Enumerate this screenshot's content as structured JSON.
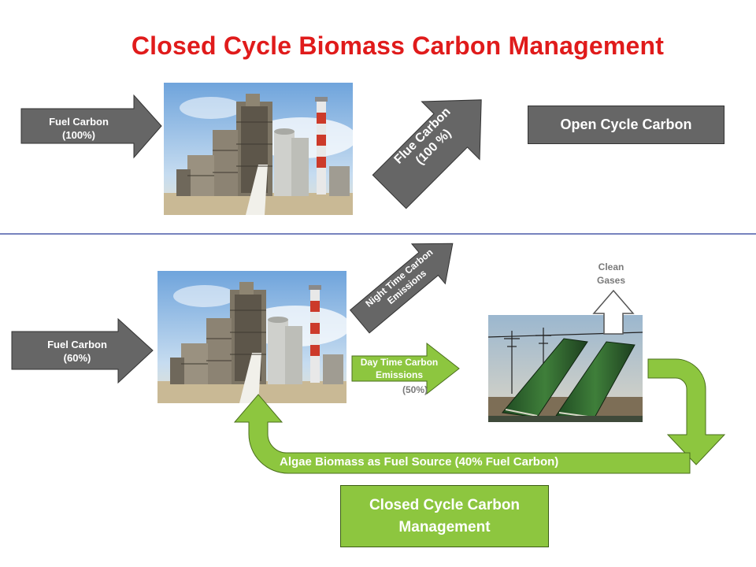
{
  "title": "Closed Cycle Biomass Carbon Management",
  "top_row": {
    "fuel_arrow_label": "Fuel Carbon\n(100%)",
    "flue_arrow_label": "Flue Carbon\n(100 %)",
    "cycle_box_label": "Open Cycle Carbon"
  },
  "bottom_row": {
    "fuel_arrow_label": "Fuel Carbon\n(60%)",
    "night_arrow_label": "Night Time Carbon\nEmissions",
    "day_arrow_label": "Day Time Carbon\nEmissions",
    "day_percent": "(50%)",
    "clean_gases_label": "Clean\nGases",
    "loop_label": "Algae Biomass as Fuel Source (40% Fuel Carbon)",
    "cycle_box_label": "Closed Cycle Carbon\nManagement"
  },
  "colors": {
    "title": "#e01b1b",
    "gray_arrow": "#666666",
    "green": "#8dc63f",
    "divider": "#4a5aa8"
  },
  "images": {
    "plant": "cement-plant-photo",
    "algae": "algae-photobioreactor-photo"
  }
}
